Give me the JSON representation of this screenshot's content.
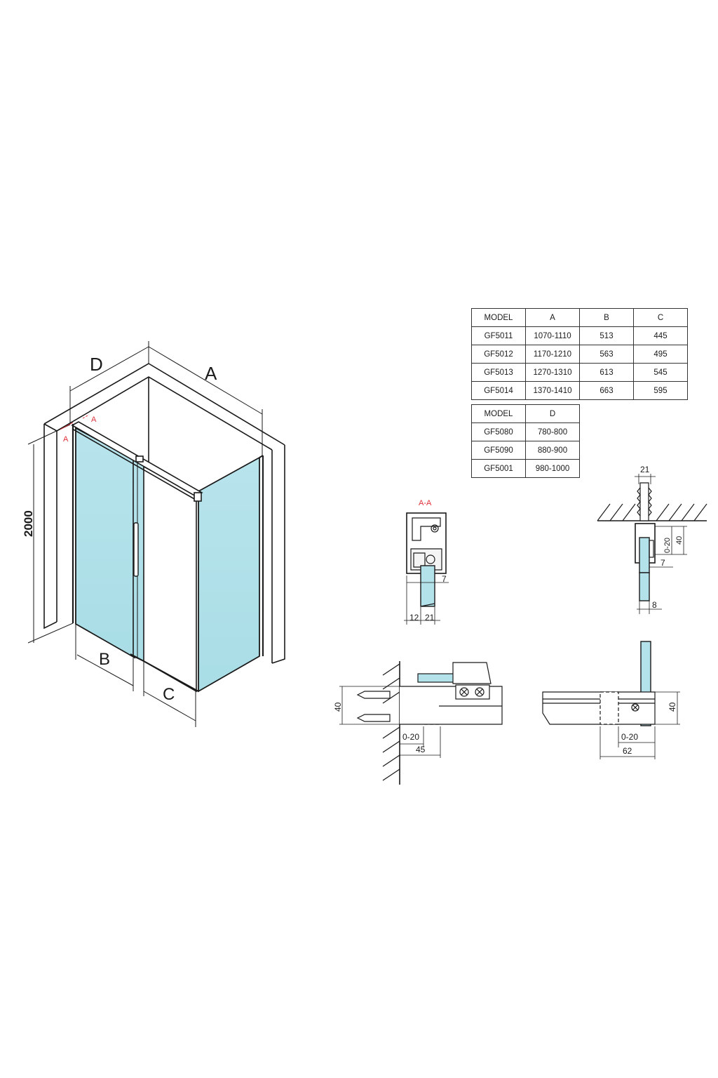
{
  "table_a": {
    "headers": [
      "MODEL",
      "A",
      "B",
      "C"
    ],
    "rows": [
      [
        "GF5011",
        "1070-1110",
        "513",
        "445"
      ],
      [
        "GF5012",
        "1170-1210",
        "563",
        "495"
      ],
      [
        "GF5013",
        "1270-1310",
        "613",
        "545"
      ],
      [
        "GF5014",
        "1370-1410",
        "663",
        "595"
      ]
    ]
  },
  "table_d": {
    "headers": [
      "MODEL",
      "D"
    ],
    "rows": [
      [
        "GF5080",
        "780-800"
      ],
      [
        "GF5090",
        "880-900"
      ],
      [
        "GF5001",
        "980-1000"
      ]
    ]
  },
  "main_drawing": {
    "label_d": "D",
    "label_a": "A",
    "label_b": "B",
    "label_c": "C",
    "height_label": "2000",
    "section_mark": "A",
    "section_mark_2": "A"
  },
  "section_aa": {
    "title": "A-A",
    "dim_7": "7",
    "dim_12": "12",
    "dim_21": "21"
  },
  "ceiling_detail": {
    "dim_21": "21",
    "dim_0_20": "0-20",
    "dim_40": "40",
    "dim_7": "7",
    "dim_8": "8"
  },
  "wall_detail": {
    "dim_40": "40",
    "dim_0_20": "0-20",
    "dim_45": "45"
  },
  "end_detail": {
    "dim_40": "40",
    "dim_0_20": "0-20",
    "dim_62": "62"
  },
  "colors": {
    "glass": "#b4e2ea",
    "line": "#1a1a1a",
    "section_red": "#e0303a"
  }
}
